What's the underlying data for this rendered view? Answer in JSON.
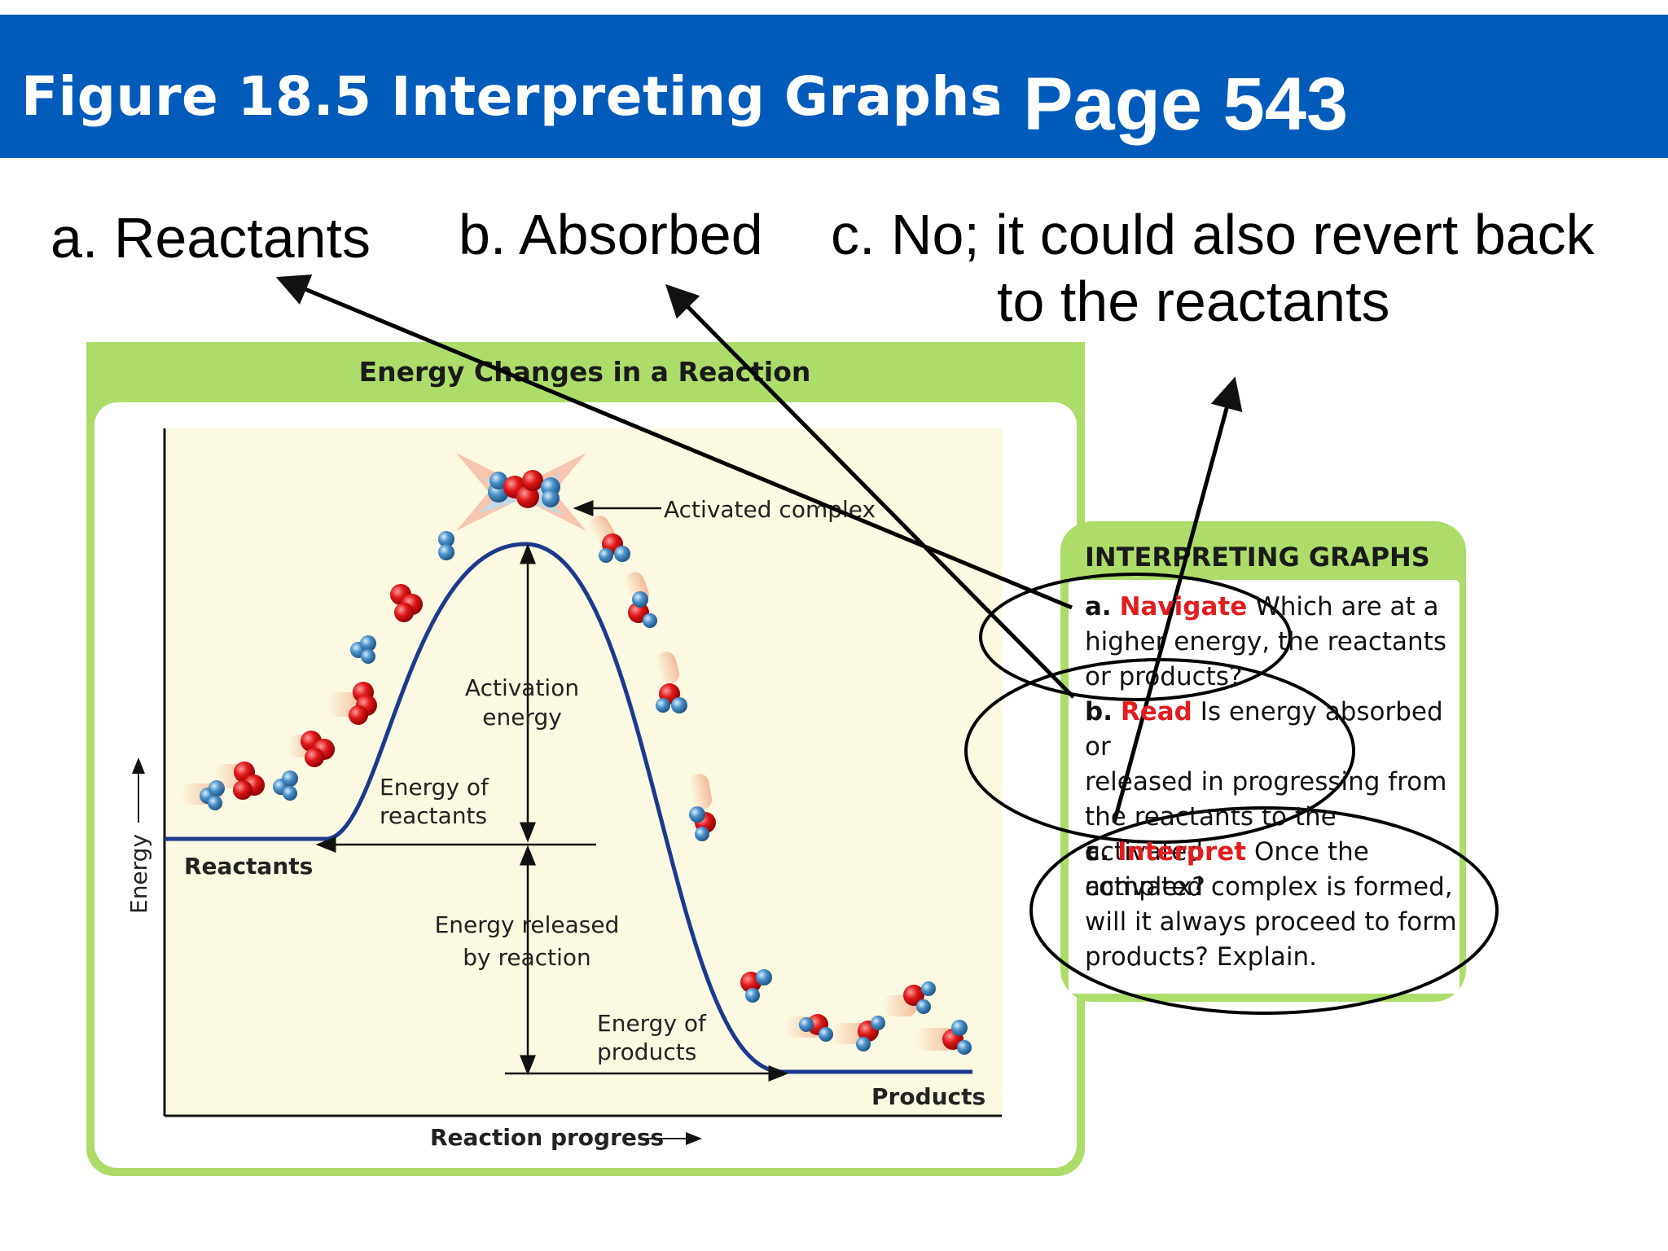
{
  "header": {
    "title": "Figure 18.5 Interpreting Graphs",
    "page": "- Page 543"
  },
  "answers": {
    "a": "a.  Reactants",
    "b": "b. Absorbed",
    "c_line1": "c. No; it could also revert back",
    "c_line2": "to the reactants"
  },
  "figure": {
    "title": "Energy Changes in a Reaction",
    "y_axis_label": "Energy",
    "x_axis_label": "Reaction progress",
    "activated_complex": "Activated complex",
    "activation_energy_1": "Activation",
    "activation_energy_2": "energy",
    "energy_of_reactants_1": "Energy of",
    "energy_of_reactants_2": "reactants",
    "reactants": "Reactants",
    "energy_released_1": "Energy released",
    "energy_released_2": "by reaction",
    "energy_of_products_1": "Energy of",
    "energy_of_products_2": "products",
    "products": "Products"
  },
  "interpreting": {
    "title": "INTERPRETING GRAPHS",
    "a_letter": "a.",
    "a_keyword": "Navigate",
    "a_text_1": "Which are at a",
    "a_text_2": "higher energy, the reactants",
    "a_text_3": "or products?",
    "b_letter": "b.",
    "b_keyword": "Read",
    "b_text_1": "Is energy absorbed or",
    "b_text_2": "released in progressing from",
    "b_text_3": "the reactants to the activated",
    "b_text_4": "complex?",
    "c_letter": "c.",
    "c_keyword": "Interpret",
    "c_text_1": "Once the",
    "c_text_2": "activated complex is formed,",
    "c_text_3": "will it always proceed to form",
    "c_text_4": "products? Explain."
  },
  "colors": {
    "header_blue": "#005bbb",
    "panel_green": "#aedc6a",
    "plot_bg": "#fbf9e2",
    "curve_blue": "#1c3a8c",
    "keyword_red": "#e21d1d",
    "atom_red": "#e01818",
    "atom_blue": "#4a90c8"
  }
}
